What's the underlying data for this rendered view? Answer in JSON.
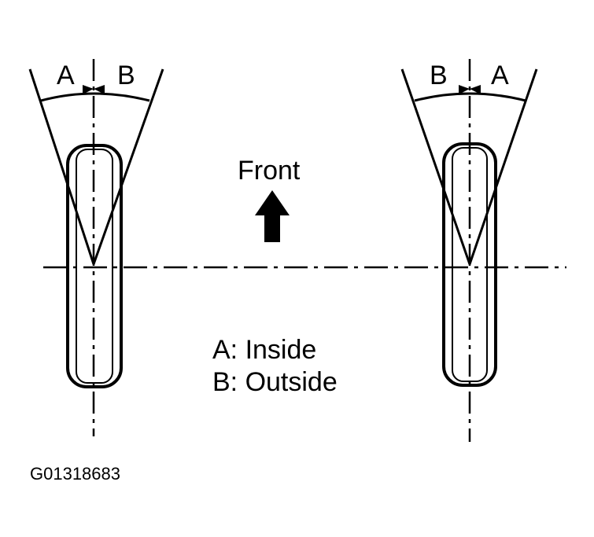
{
  "diagram": {
    "left_wheel": {
      "label_left": "A",
      "label_right": "B"
    },
    "right_wheel": {
      "label_left": "B",
      "label_right": "A"
    },
    "direction_label": "Front",
    "legend": {
      "line1": "A: Inside",
      "line2": "B: Outside"
    },
    "figure_code": "G01318683",
    "ink_color": "#000000",
    "background_color": "#ffffff",
    "icons": [
      "arrow-up-icon"
    ]
  }
}
